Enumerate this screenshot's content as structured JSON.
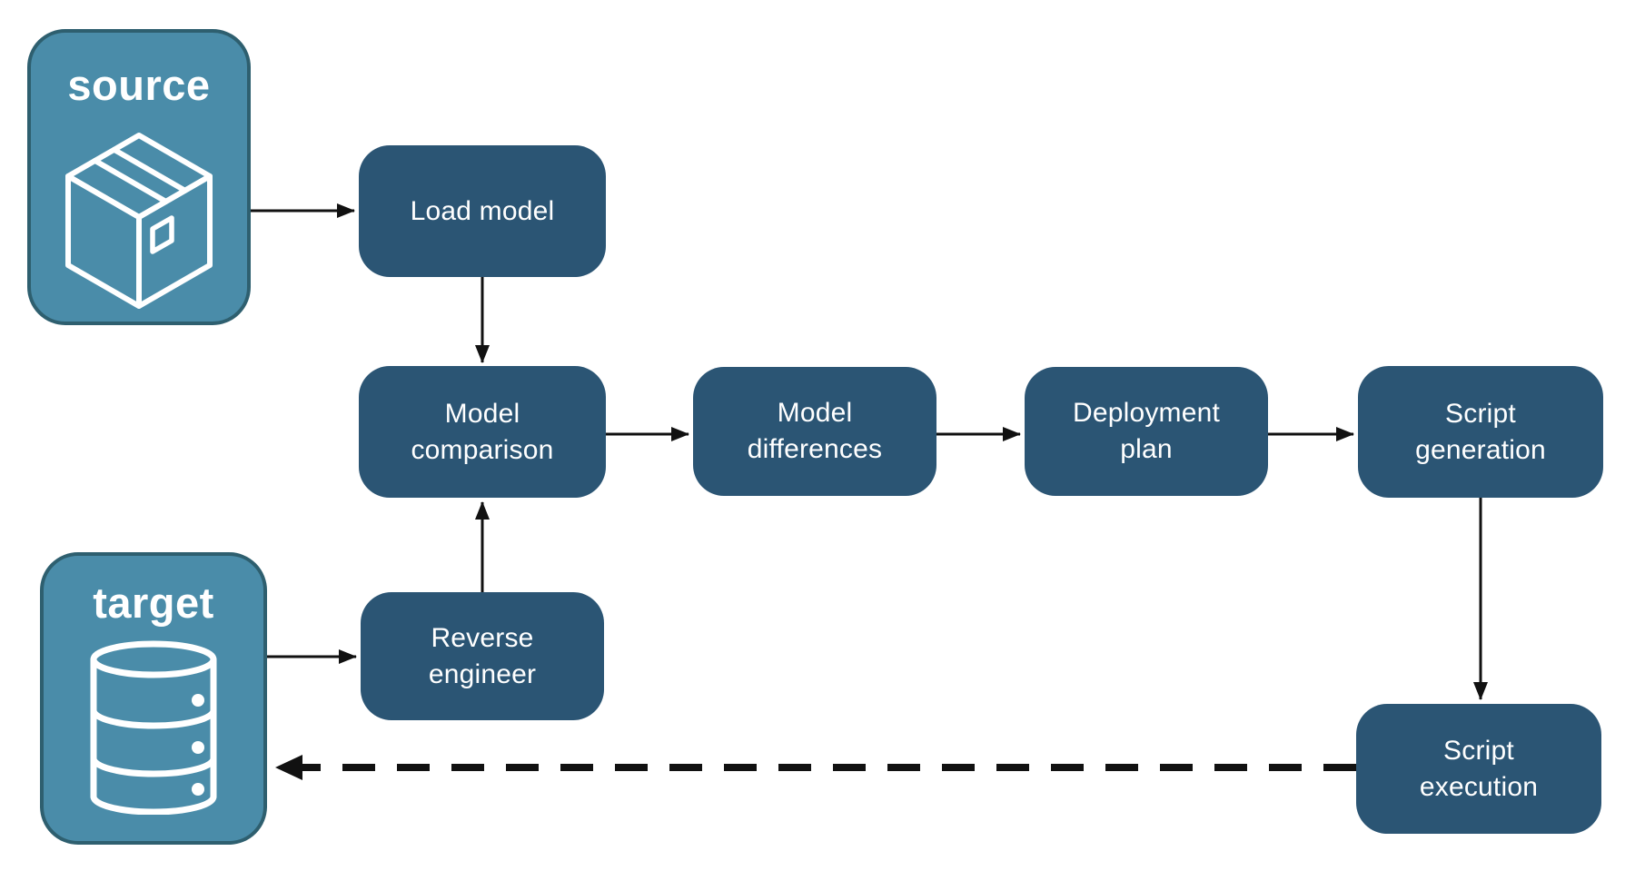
{
  "colors": {
    "entity_fill": "#4A8CA9",
    "entity_border": "#2E5F6F",
    "node_fill": "#2B5574",
    "text": "#FFFFFF",
    "arrow": "#111111",
    "background": "#FFFFFF"
  },
  "entities": {
    "source": {
      "label": "source",
      "icon": "package-icon"
    },
    "target": {
      "label": "target",
      "icon": "database-icon"
    }
  },
  "nodes": {
    "load_model": {
      "label": "Load model"
    },
    "model_comparison": {
      "label": "Model comparison"
    },
    "model_differences": {
      "label": "Model differences"
    },
    "deployment_plan": {
      "label": "Deployment plan"
    },
    "script_generation": {
      "label": "Script generation"
    },
    "reverse_engineer": {
      "label": "Reverse engineer"
    },
    "script_execution": {
      "label": "Script execution"
    }
  },
  "edges": [
    {
      "from": "source",
      "to": "load_model",
      "style": "solid"
    },
    {
      "from": "load_model",
      "to": "model_comparison",
      "style": "solid"
    },
    {
      "from": "model_comparison",
      "to": "model_differences",
      "style": "solid"
    },
    {
      "from": "model_differences",
      "to": "deployment_plan",
      "style": "solid"
    },
    {
      "from": "deployment_plan",
      "to": "script_generation",
      "style": "solid"
    },
    {
      "from": "script_generation",
      "to": "script_execution",
      "style": "solid"
    },
    {
      "from": "target",
      "to": "reverse_engineer",
      "style": "solid"
    },
    {
      "from": "reverse_engineer",
      "to": "model_comparison",
      "style": "solid"
    },
    {
      "from": "script_execution",
      "to": "target",
      "style": "dashed"
    }
  ]
}
